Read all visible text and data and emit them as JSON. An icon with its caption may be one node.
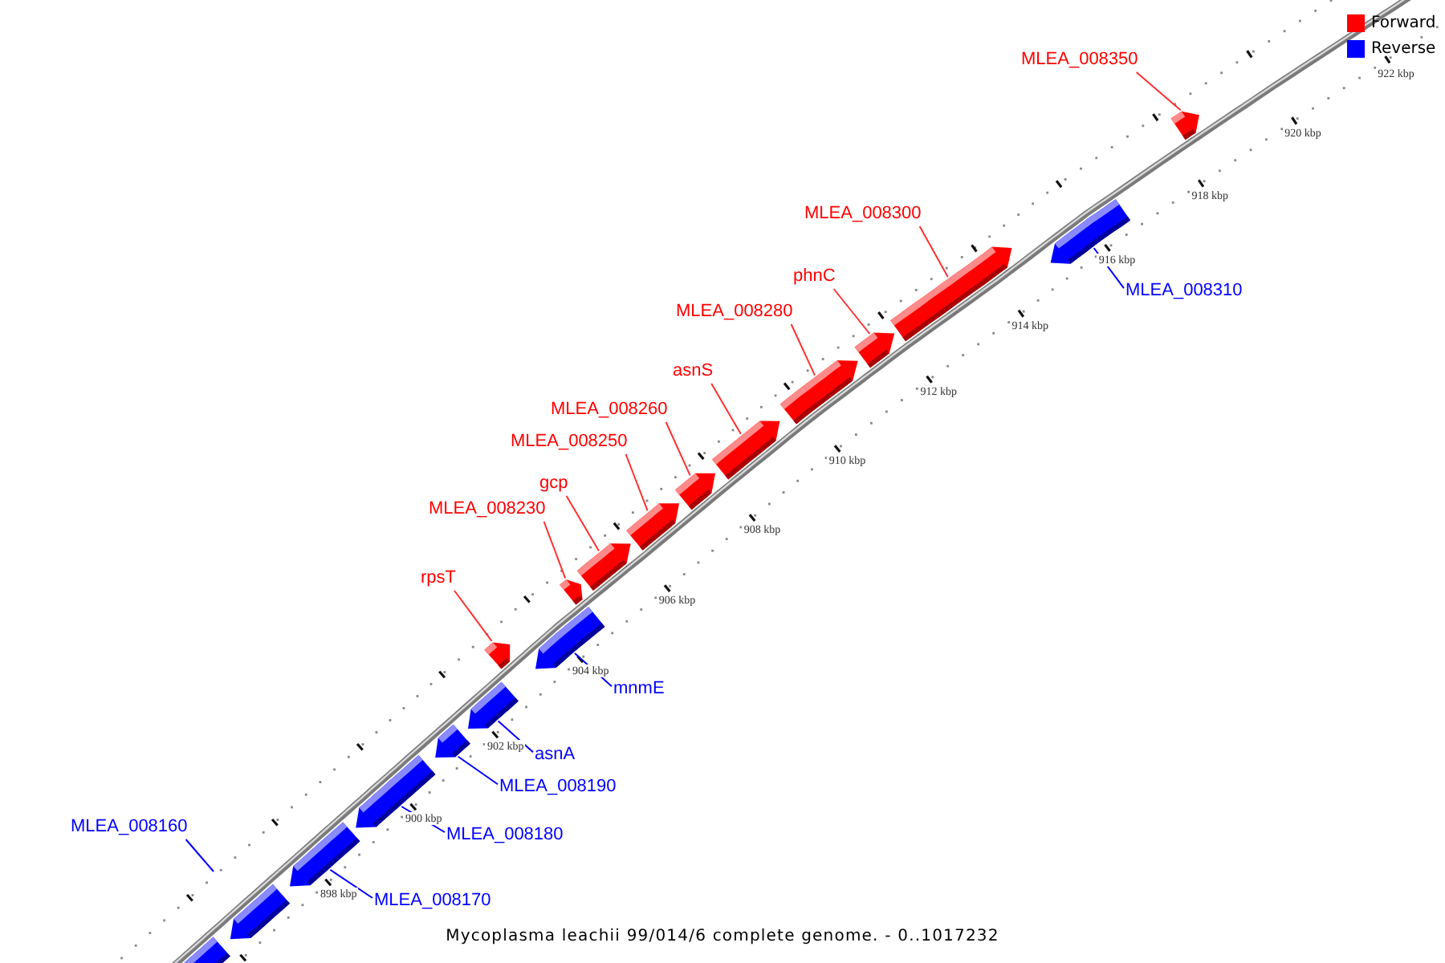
{
  "diagram": {
    "caption": "Mycoplasma leachii 99/014/6 complete genome. - 0..1017232",
    "nodes": [
      {
        "text": [
          "MLEA_008350"
        ]
      },
      {
        "text": [],
        "shape": "box"
      },
      {
        "text": [
          "MLEA_008300"
        ]
      },
      {
        "text": [],
        "shape": "box"
      },
      {
        "text": [
          "MLEA_008310"
        ]
      },
      {
        "text": [],
        "shape": "box"
      },
      {
        "text": [
          "phnC"
        ]
      },
      {
        "text": [],
        "shape": "box"
      },
      {
        "text": [
          "MLEA_008280"
        ]
      },
      {
        "text": [],
        "shape": "box"
      },
      {
        "text": [
          "asnS"
        ]
      },
      {
        "text": [],
        "shape": "box"
      },
      {
        "text": [
          "MLEA_008260"
        ]
      },
      {
        "text": [],
        "shape": "box"
      },
      {
        "text": [
          "MLEA_008250"
        ]
      },
      {
        "text": [],
        "shape": "box"
      },
      {
        "text": [
          "gcp"
        ]
      },
      {
        "text": [],
        "shape": "box"
      },
      {
        "text": [
          "MLEA_008230"
        ]
      },
      {
        "text": [],
        "shape": "box"
      },
      {
        "text": [
          "rpsT"
        ]
      },
      {
        "text": [],
        "shape": "box"
      },
      {
        "text": [
          "mnmE"
        ]
      },
      {
        "text": [],
        "shape": "box"
      },
      {
        "text": [
          "asnA"
        ]
      },
      {
        "text": [],
        "shape": "box"
      },
      {
        "text": [
          "MLEA_008190"
        ]
      },
      {
        "text": [],
        "shape": "box"
      },
      {
        "text": [
          "MLEA_008180"
        ]
      },
      {
        "text": [],
        "shape": "box"
      },
      {
        "text": [
          "MLEA_008160"
        ]
      },
      {
        "text": [
          "MLEA_008170"
        ]
      },
      {
        "text": [],
        "shape": "box"
      },
      {
        "text": [],
        "shape": "box"
      },
      {
        "text": [],
        "shape": "box"
      }
    ],
    "edges": [
      {
        "from": 0,
        "to": 1,
        "arrow": "none"
      },
      {
        "from": 2,
        "to": 3,
        "arrow": "none"
      },
      {
        "from": 4,
        "to": 5,
        "arrow": "none",
        "color": "#0000ff"
      },
      {
        "from": 6,
        "to": 7,
        "arrow": "none"
      },
      {
        "from": 8,
        "to": 9,
        "arrow": "none"
      },
      {
        "from": 10,
        "to": 11,
        "arrow": "none"
      },
      {
        "from": 12,
        "to": 13,
        "arrow": "none"
      },
      {
        "from": 14,
        "to": 15,
        "arrow": "none"
      },
      {
        "from": 16,
        "to": 17,
        "arrow": "none"
      },
      {
        "from": 18,
        "to": 19,
        "arrow": "none"
      },
      {
        "from": 20,
        "to": 21,
        "arrow": "none"
      },
      {
        "from": 22,
        "to": 23,
        "arrow": "none",
        "color": "#0000ff"
      },
      {
        "from": 24,
        "to": 25,
        "arrow": "none",
        "color": "#0000ff"
      },
      {
        "from": 26,
        "to": 27,
        "arrow": "none",
        "color": "#0000ff"
      },
      {
        "from": 28,
        "to": 29,
        "arrow": "none",
        "color": "#0000ff"
      },
      {
        "from": 30,
        "to": null,
        "arrow": "none",
        "color": "#0000ff"
      },
      {
        "from": 31,
        "to": 32,
        "arrow": "none",
        "color": "#0000ff"
      }
    ],
    "labels": [
      "922 kbp",
      "920 kbp",
      "918 kbp",
      "916 kbp",
      "914 kbp",
      "912 kbp",
      "910 kbp",
      "908 kbp",
      "906 kbp",
      "904 kbp",
      "902 kbp",
      "900 kbp",
      "898 kbp"
    ],
    "legend": [
      {
        "text": "Forward",
        "color": "#ff0000"
      },
      {
        "text": "Reverse",
        "color": "#0000ff"
      }
    ]
  }
}
